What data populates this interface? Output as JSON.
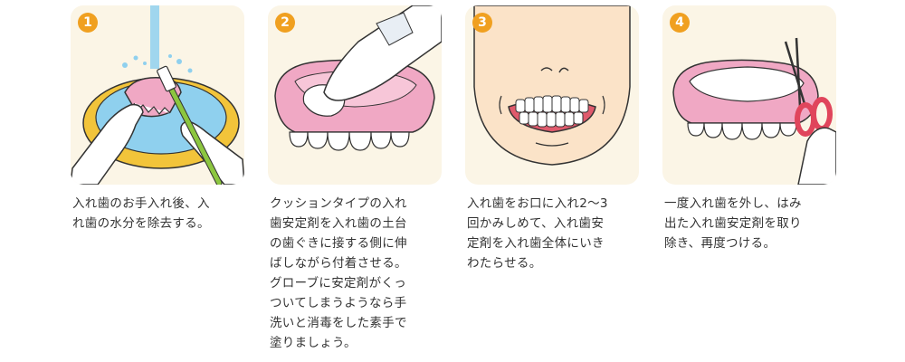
{
  "steps": [
    {
      "number": "1",
      "lines": [
        "入れ歯のお手入れ後、入",
        "れ歯の水分を除去する。"
      ]
    },
    {
      "number": "2",
      "lines": [
        "クッションタイプの入れ",
        "歯安定剤を入れ歯の土台",
        "の歯ぐきに接する側に伸",
        "ばしながら付着させる。",
        "グローブに安定剤がくっ",
        "ついてしまうようなら手",
        "洗いと消毒をした素手で",
        "塗りましょう。"
      ]
    },
    {
      "number": "3",
      "lines": [
        "入れ歯をお口に入れ2〜3",
        "回かみしめて、入れ歯安",
        "定剤を入れ歯全体にいき",
        "わたらせる。"
      ]
    },
    {
      "number": "4",
      "lines": [
        "一度入れ歯を外し、はみ",
        "出た入れ歯安定剤を取り",
        "除き、再度つける。"
      ]
    }
  ],
  "colors": {
    "badge": "#f0a020",
    "panel": "#fbf5e6",
    "gum": "#f0a8c4",
    "water": "#8fd0ee",
    "skin": "#fbe3c8",
    "brush": "#8cc63f",
    "scissors": "#e0455c"
  },
  "icons": [
    "denture-washing-illustration",
    "applying-adhesive-illustration",
    "biting-illustration",
    "trimming-adhesive-illustration"
  ]
}
